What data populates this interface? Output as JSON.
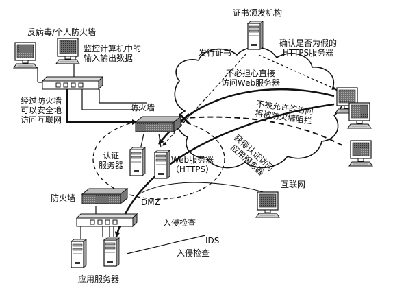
{
  "labels": {
    "ca": "证书颁发机构",
    "issue_cert": "发行证书",
    "confirm_fake": [
      "确认是否为假的",
      "HTTPS服务器"
    ],
    "antivirus": "反病毒/个人防火墙",
    "monitor": [
      "监控计算机中的",
      "输入输出数据"
    ],
    "through_fw": [
      "经过防火墙",
      "可以安全地",
      "访问互联网"
    ],
    "firewall_top": "防火墙",
    "no_worry": [
      "不必担心直接",
      "访问Web服务器"
    ],
    "blocked": [
      "不被允许的访问",
      "将被防火墙阻拦"
    ],
    "auth_access": [
      "获得认证访问",
      "应用服务器"
    ],
    "auth_server": [
      "认证",
      "服务器"
    ],
    "web_server": [
      "Web服务器",
      "（HTTPS）"
    ],
    "internet": "互联网",
    "firewall_bottom": "防火墙",
    "dmz": "DMZ",
    "intrusion1": "入侵检查",
    "ids": "IDS",
    "intrusion2": "入侵检查",
    "app_server": "应用服务器"
  },
  "icons": [
    "computer-icon",
    "server-icon",
    "firewall-icon",
    "hub-icon",
    "block-x-icon"
  ]
}
